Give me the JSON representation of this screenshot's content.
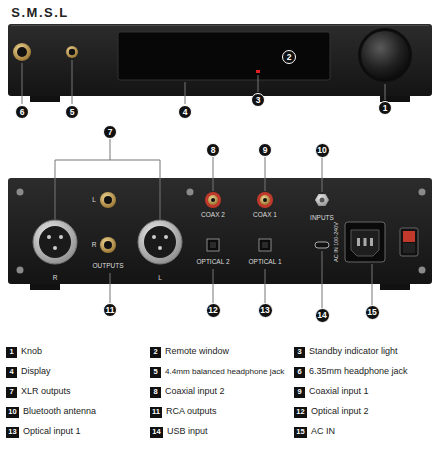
{
  "diagram": {
    "nodes": [
      {
        "text": [
          "1"
        ]
      },
      {
        "text": [
          "2"
        ]
      },
      {
        "text": [
          "3"
        ]
      },
      {
        "text": [
          "4"
        ]
      },
      {
        "text": [
          "5"
        ]
      },
      {
        "text": [
          "6"
        ]
      },
      {
        "text": [
          "7"
        ]
      },
      {
        "text": [
          "8"
        ]
      },
      {
        "text": [
          "9"
        ]
      },
      {
        "text": [
          "10"
        ]
      },
      {
        "text": [
          "11"
        ]
      },
      {
        "text": [
          "12"
        ]
      },
      {
        "text": [
          "13"
        ]
      },
      {
        "text": [
          "14"
        ]
      },
      {
        "text": [
          "15"
        ]
      },
      {
        "text": [
          "1",
          "Knob"
        ]
      },
      {
        "text": [
          "2",
          "Remote window"
        ]
      },
      {
        "text": [
          "3",
          "Standby indicator light"
        ]
      },
      {
        "text": [
          "4",
          "Display"
        ]
      },
      {
        "text": [
          "5",
          "4.4mm balanced headphone jack"
        ]
      },
      {
        "text": [
          "6",
          "6.35mm headphone jack"
        ]
      },
      {
        "text": [
          "7",
          "XLR outputs"
        ]
      },
      {
        "text": [
          "8",
          "Coaxial input 2"
        ]
      },
      {
        "text": [
          "9",
          "Coaxial input 1"
        ]
      },
      {
        "text": [
          "10",
          "Bluetooth antenna"
        ]
      },
      {
        "text": [
          "11",
          "RCA outputs"
        ]
      },
      {
        "text": [
          "12",
          "Optical input 2"
        ]
      },
      {
        "text": [
          "13",
          "Optical input 1"
        ]
      },
      {
        "text": [
          "14",
          "USB input"
        ]
      },
      {
        "text": [
          "15",
          "AC IN"
        ]
      }
    ],
    "labels": [
      "S.M.S.L",
      "R",
      "L",
      "L",
      "R",
      "OUTPUTS",
      "COAX 2",
      "COAX 1",
      "INPUTS",
      "OPTICAL 2",
      "OPTICAL 1",
      "AC IN 100-240V"
    ]
  }
}
